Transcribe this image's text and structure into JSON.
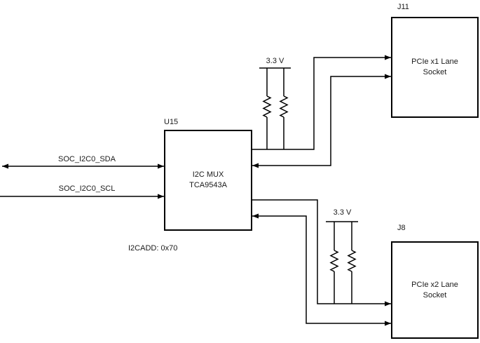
{
  "diagram": {
    "mux": {
      "ref": "U15",
      "name_line1": "I2C MUX",
      "name_line2": "TCA9543A",
      "address_note": "I2CADD: 0x70"
    },
    "signals": {
      "sda_label": "SOC_I2C0_SDA",
      "scl_label": "SOC_I2C0_SCL"
    },
    "rails": {
      "upper_label": "3.3 V",
      "lower_label": "3.3 V"
    },
    "sockets": {
      "j11": {
        "ref": "J11",
        "name_line1": "PCIe x1 Lane",
        "name_line2": "Socket"
      },
      "j8": {
        "ref": "J8",
        "name_line1": "PCIe x2 Lane",
        "name_line2": "Socket"
      }
    },
    "colors": {
      "wire": "#000000",
      "text": "#1a1a1a",
      "background": "#ffffff"
    }
  }
}
